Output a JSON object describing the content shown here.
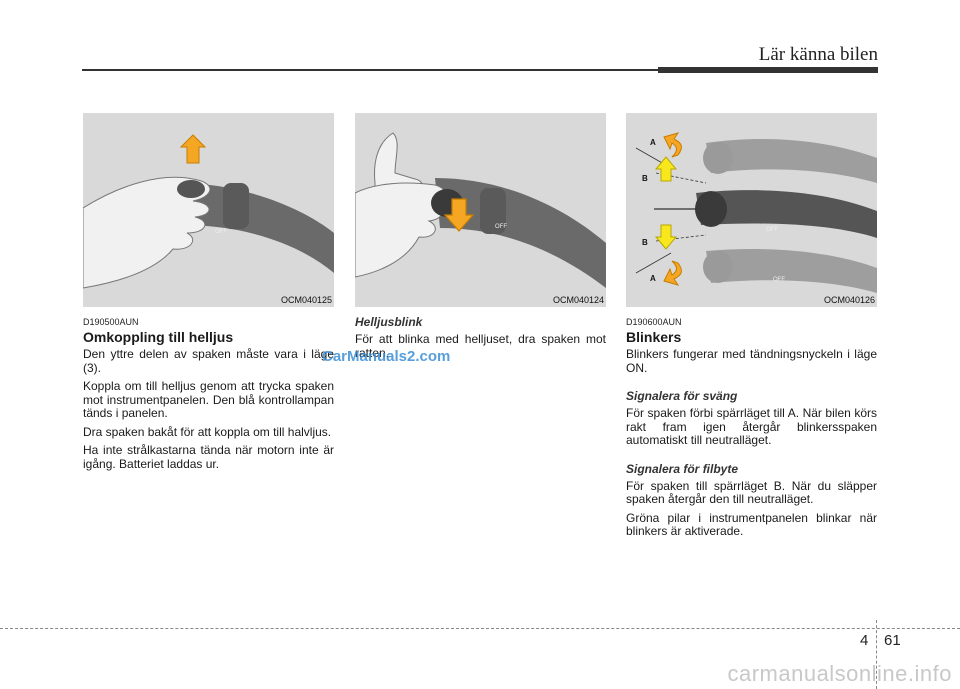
{
  "header": {
    "title": "Lär känna bilen"
  },
  "col1": {
    "figure_code": "OCM040125",
    "code": "D190500AUN",
    "heading": "Omkoppling till helljus",
    "p1": "Den yttre delen av spaken måste vara i läge (3).",
    "p2": "Koppla om till helljus genom att trycka spaken mot instrumentpanelen. Den blå kontrollampan tänds i panelen.",
    "p3": "Dra spaken bakåt för att koppla om till halvljus.",
    "p4": "Ha inte strålkastarna tända när motorn inte är igång. Batteriet laddas ur."
  },
  "col2": {
    "figure_code": "OCM040124",
    "subheading": "Helljusblink",
    "p1": "För att blinka med helljuset, dra spaken mot ratten."
  },
  "col3": {
    "figure_code": "OCM040126",
    "code": "D190600AUN",
    "heading": "Blinkers",
    "p1": "Blinkers fungerar med tändningsnyckeln i läge ON.",
    "sub1": "Signalera för sväng",
    "p2": "För spaken förbi spärrläget till A. När bilen körs rakt fram igen återgår blinkersspaken automatiskt till neutralläget.",
    "sub2": "Signalera för filbyte",
    "p3": "För spaken till spärrläget B. När du släpper spaken återgår den till neutralläget.",
    "p4": "Gröna pilar i instrumentpanelen blinkar när blinkers är aktiverade.",
    "labels": {
      "a": "A",
      "b": "B"
    }
  },
  "switch_text": {
    "off": "OFF"
  },
  "watermark_mid": "CarManuals2.com",
  "footer": {
    "chapter": "4",
    "page": "61"
  },
  "watermark_bottom": "carmanualsonline.info",
  "colors": {
    "arrow_orange": "#f5a623",
    "arrow_yellow": "#f8e71c",
    "lever": "#5c5c5c",
    "figure_bg": "#d9d9d9"
  }
}
